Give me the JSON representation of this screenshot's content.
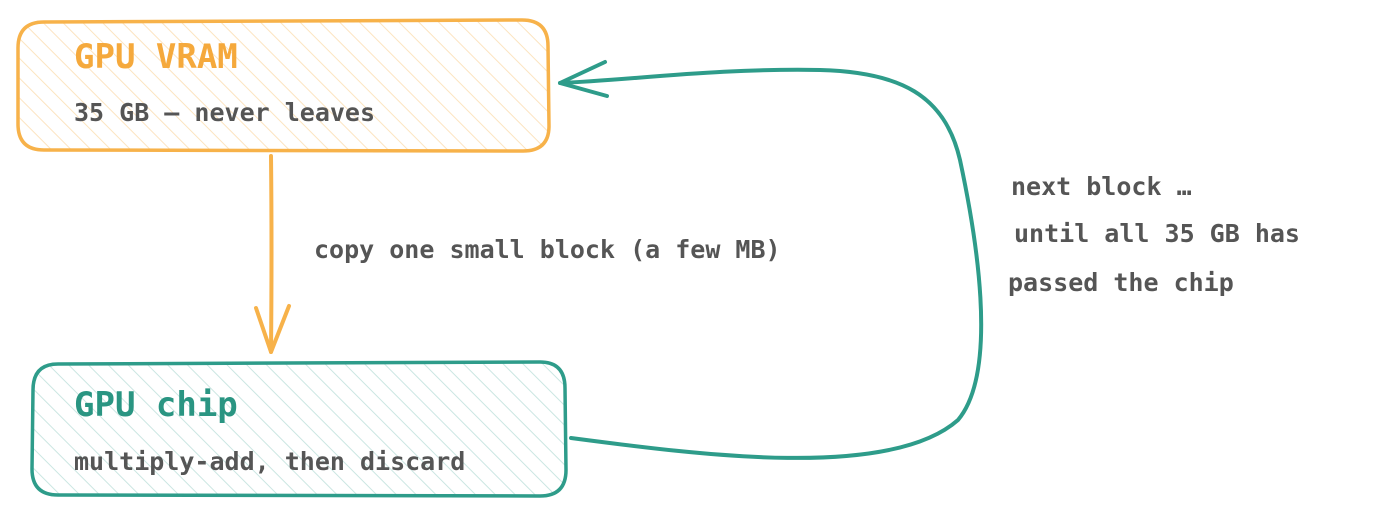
{
  "colors": {
    "vram": "#f7b24a",
    "vram_title": "#f5a93c",
    "chip": "#2e9c8a",
    "chip_title": "#2a9582",
    "text": "#555555"
  },
  "vram_box": {
    "title": "GPU VRAM",
    "subtitle": "35 GB — never leaves"
  },
  "chip_box": {
    "title": "GPU chip",
    "subtitle": "multiply-add, then discard"
  },
  "copy_arrow": {
    "label": "copy one small block (a few MB)"
  },
  "loop_arrow": {
    "label_lines": [
      "next block …",
      "until all 35 GB has",
      "passed the chip"
    ]
  }
}
